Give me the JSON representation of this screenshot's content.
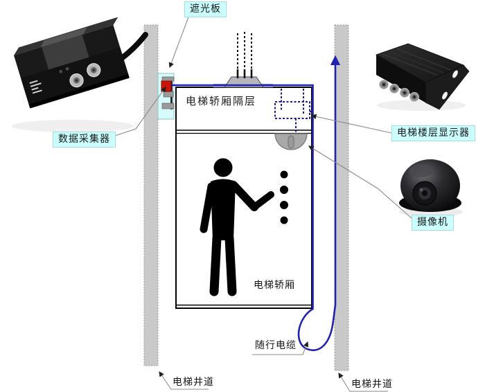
{
  "diagram": {
    "labels": {
      "shield_plate": "遮光板",
      "data_collector": "数据采集器",
      "car_partition": "电梯轿厢隔层",
      "floor_display": "电梯楼层显示器",
      "camera": "摄像机",
      "elevator_car": "电梯轿厢",
      "traveling_cable": "随行电缆",
      "shaft_left": "电梯井道",
      "shaft_right": "电梯井道"
    },
    "colors": {
      "background": "#ffffff",
      "label_box_bg": "#ccffff",
      "cable_blue": "#2222b0",
      "rail_gray": "#c9c9c9",
      "sensor_red": "#cc1405",
      "leader_line": "#8a8a8a",
      "text": "#151515"
    },
    "icons": {
      "photoelectric_sensor": "photoelectric-sensor-image",
      "dvr": "dvr-device-image",
      "dome_camera": "dome-camera-image",
      "person": "person-pictogram",
      "buttons": "elevator-buttons",
      "up_arrow": "cable-up-arrow"
    }
  }
}
